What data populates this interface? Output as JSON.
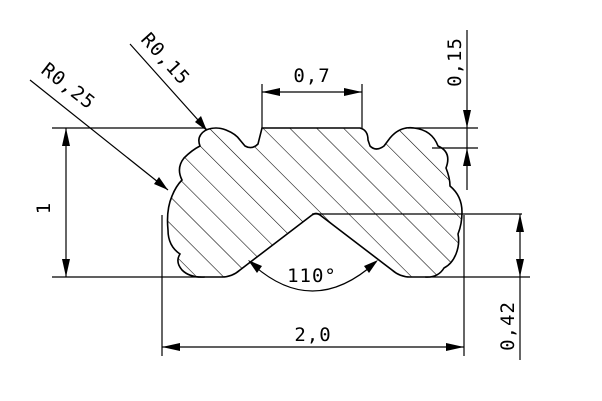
{
  "dimensions": {
    "radius_small": "R0,15",
    "radius_large": "R0,25",
    "top_gap_width": "0,7",
    "groove_depth": "0,15",
    "overall_height": "1",
    "overall_width": "2,0",
    "lower_height": "0,42",
    "angle": "110°"
  }
}
